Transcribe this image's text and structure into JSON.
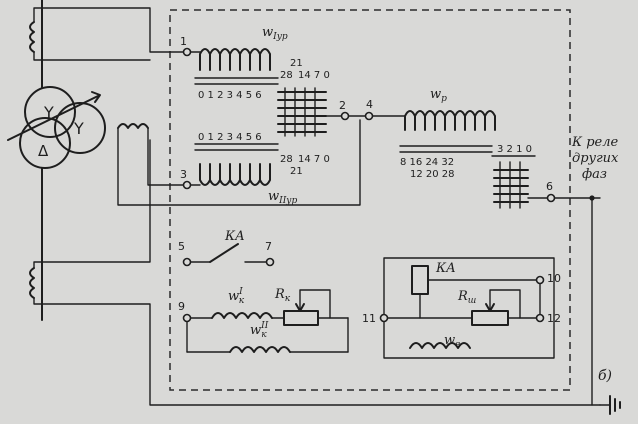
{
  "relay": {
    "title": "Реле РНТ-565"
  },
  "windings": {
    "w1": "w",
    "w1_sub": "Iур",
    "w2": "w",
    "w2_sub": "IIур",
    "wp": "w",
    "wp_sub": "р",
    "wk1": "w",
    "wk1_sub": "к",
    "wk1_sup": "I",
    "wk2": "w",
    "wk2_sub": "к",
    "wk2_sup": "II",
    "wv": "w",
    "wv_sub": "в"
  },
  "taps": {
    "top_21": "21",
    "top_28": "28",
    "top_seq": "14 7 0",
    "scale1": "0 1 2 3 4 5 6",
    "scale2": "0 1 2 3 4 5 6",
    "bottom_28": "28",
    "bottom_seq": "14 7 0",
    "bottom_21": "21",
    "wp_top": "8  16  24  32",
    "wp_bottom": "12  20  28",
    "right_scale": "3 2 1 0"
  },
  "terminals": [
    "1",
    "2",
    "4",
    "3",
    "6",
    "5",
    "7",
    "9",
    "10",
    "11",
    "12"
  ],
  "components": {
    "ka_contact": "КА",
    "ka_coil": "КА",
    "rk": "R",
    "rk_sub": "к",
    "rsh": "R",
    "rsh_sub": "ш"
  },
  "notes": {
    "other_phases": "К реле\nдругих\nфаз",
    "figure_tag": "б)"
  },
  "icons": [
    "transformer-icon",
    "ground-icon"
  ]
}
